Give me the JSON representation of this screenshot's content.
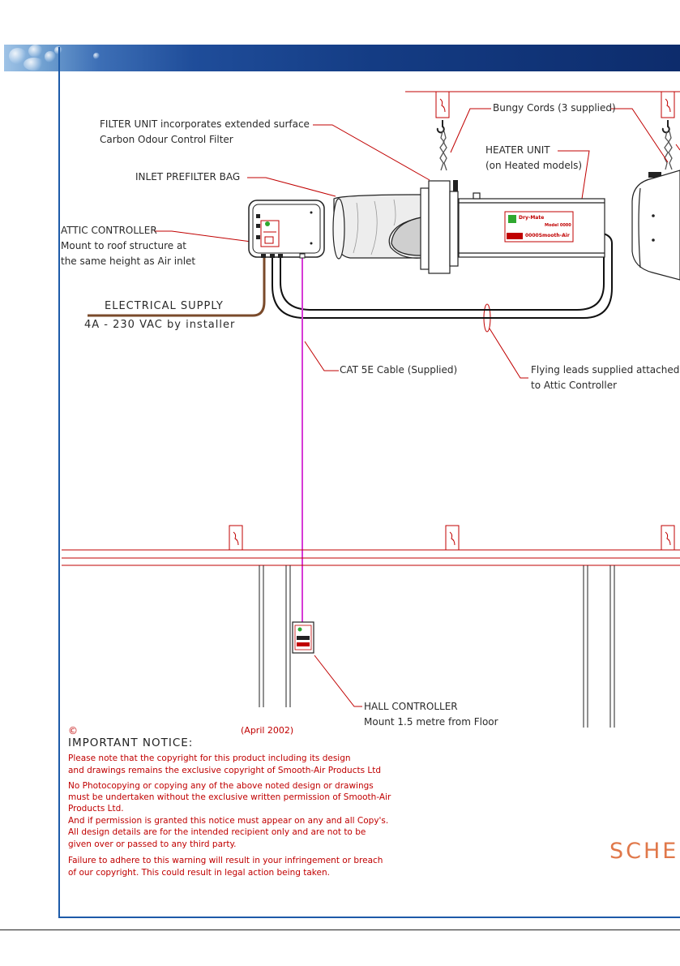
{
  "labels": {
    "filter_unit": {
      "line1": "FILTER UNIT incorporates extended surface",
      "line2": "Carbon Odour Control Filter"
    },
    "bungy_cords": "Bungy Cords (3 supplied)",
    "heater_unit": {
      "line1": "HEATER UNIT",
      "line2": "(on Heated models)"
    },
    "inlet_prefilter": "INLET PREFILTER BAG",
    "attic_controller": {
      "line1": "ATTIC CONTROLLER",
      "line2": "Mount to roof structure at",
      "line3": "the same height as Air inlet"
    },
    "electrical_supply": {
      "line1": "ELECTRICAL SUPPLY",
      "line2": "4A - 230 VAC by installer"
    },
    "cat5e": "CAT 5E Cable (Supplied)",
    "flying_leads": {
      "line1": "Flying leads supplied attached",
      "line2": "to Attic Controller"
    },
    "hall_controller": {
      "line1": "HALL CONTROLLER",
      "line2": "Mount 1.5 metre from Floor"
    }
  },
  "heater_badge": {
    "brand": "Dry-Mate",
    "model": "Model 0000",
    "product": "0000Smooth-Air"
  },
  "notice": {
    "symbol": "©",
    "date": "(April 2002)",
    "title": "IMPORTANT NOTICE:",
    "lines": [
      "Please note that the copyright for this product including its design",
      "and drawings remains the exclusive copyright of Smooth-Air Products Ltd",
      "No Photocopying or copying any of the above noted design or drawings",
      "must be undertaken without the exclusive written permission of Smooth-Air",
      "Products Ltd.",
      "And if permission is granted this notice must appear on any and all Copy's.",
      "All design details are for the intended recipient only and are not to be",
      "given over or passed to any third party.",
      "Failure to adhere to this warning will result in your infringement or breach",
      "of our copyright. This could result in legal action being taken."
    ]
  },
  "schematic_title": "SCHEM",
  "colors": {
    "frame": "#1d5aa8",
    "drawing_red": "#c00000",
    "cat5e_cable": "#d63ad6",
    "supply_cable": "#7a4a2a",
    "title_orange": "#e0784a"
  }
}
